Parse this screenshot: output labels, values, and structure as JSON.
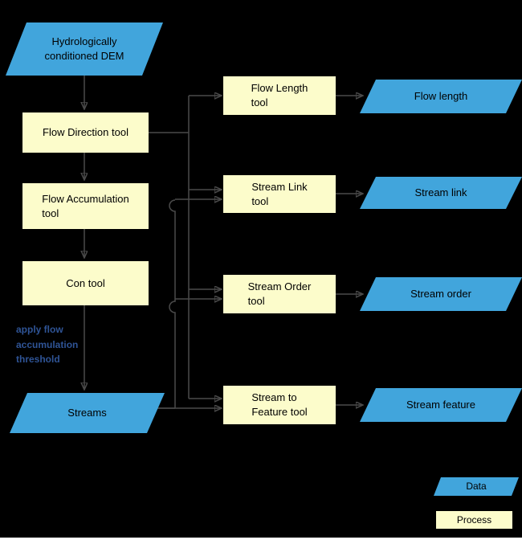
{
  "colors": {
    "background": "#000000",
    "data_fill": "#41a5dc",
    "process_fill": "#fcfccb",
    "line": "#4a4a4a",
    "shape_text": "#000000",
    "annotation_text": "#2f5496"
  },
  "nodes": {
    "dem": {
      "label": "Hydrologically\nconditioned DEM",
      "type": "data"
    },
    "flow_direction_tool": {
      "label": "Flow Direction tool",
      "type": "process"
    },
    "flow_accumulation_tool": {
      "label": "Flow Accumulation\ntool",
      "type": "process"
    },
    "con_tool": {
      "label": "Con tool",
      "type": "process"
    },
    "streams": {
      "label": "Streams",
      "type": "data"
    },
    "flow_length_tool": {
      "label": "Flow Length\ntool",
      "type": "process"
    },
    "stream_link_tool": {
      "label": "Stream Link\ntool",
      "type": "process"
    },
    "stream_order_tool": {
      "label": "Stream Order\ntool",
      "type": "process"
    },
    "stream_to_feature_tool": {
      "label": "Stream to\nFeature tool",
      "type": "process"
    },
    "flow_length": {
      "label": "Flow length",
      "type": "data"
    },
    "stream_link": {
      "label": "Stream link",
      "type": "data"
    },
    "stream_order": {
      "label": "Stream order",
      "type": "data"
    },
    "stream_feature": {
      "label": "Stream feature",
      "type": "data"
    }
  },
  "annotation": {
    "text": "apply flow\naccumulation\nthreshold"
  },
  "legend": {
    "data_label": "Data",
    "process_label": "Process"
  },
  "edges": [
    "dem -> flow_direction_tool",
    "flow_direction_tool -> flow_accumulation_tool",
    "flow_accumulation_tool -> con_tool",
    "con_tool -> streams",
    "flow_direction_tool -> flow_length_tool",
    "flow_direction_tool -> stream_link_tool",
    "flow_direction_tool -> stream_order_tool",
    "flow_direction_tool -> stream_to_feature_tool",
    "streams -> stream_link_tool",
    "streams -> stream_order_tool",
    "streams -> stream_to_feature_tool",
    "flow_length_tool -> flow_length",
    "stream_link_tool -> stream_link",
    "stream_order_tool -> stream_order",
    "stream_to_feature_tool -> stream_feature"
  ]
}
